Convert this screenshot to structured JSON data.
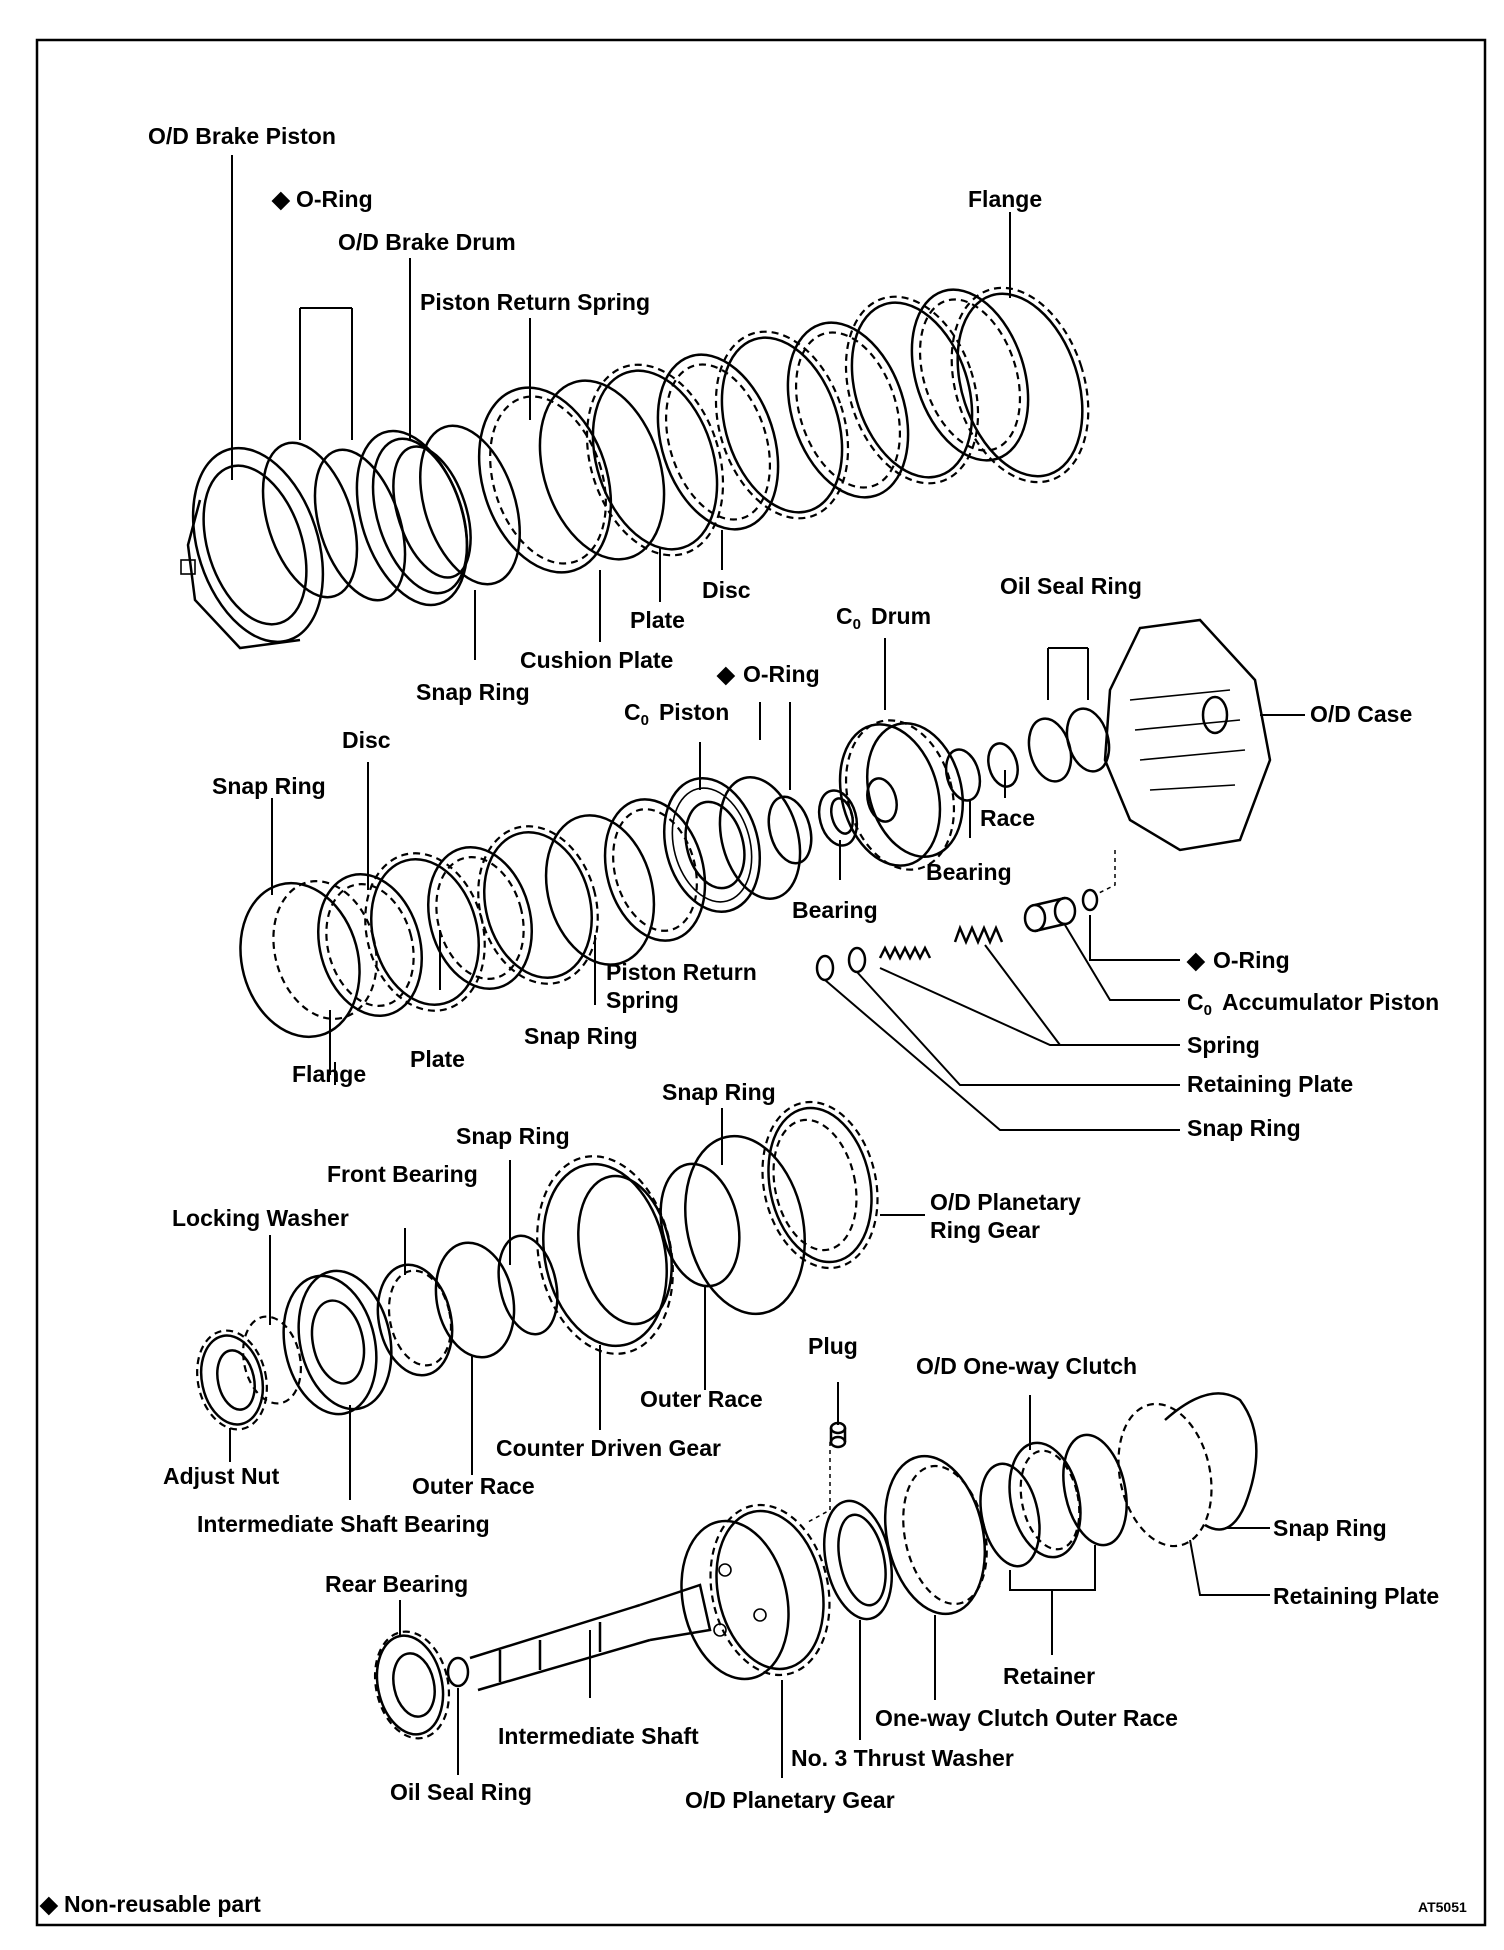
{
  "labels": {
    "od_brake_piston": "O/D Brake Piston",
    "o_ring_1": "O-Ring",
    "od_brake_drum": "O/D Brake Drum",
    "piston_return_spring_1": "Piston Return Spring",
    "flange_1": "Flange",
    "snap_ring_1": "Snap Ring",
    "cushion_plate": "Cushion Plate",
    "plate_1": "Plate",
    "disc_1": "Disc",
    "oil_seal_ring_1": "Oil Seal Ring",
    "c0_drum": "Drum",
    "o_ring_2": "O-Ring",
    "c0_piston": "Piston",
    "od_case": "O/D Case",
    "disc_2": "Disc",
    "snap_ring_2": "Snap Ring",
    "race": "Race",
    "bearing_1": "Bearing",
    "bearing_2": "Bearing",
    "piston_return_spring_2a": "Piston Return",
    "piston_return_spring_2b": "Spring",
    "o_ring_3": "O-Ring",
    "c0_accumulator_piston": "Accumulator Piston",
    "spring": "Spring",
    "snap_ring_3": "Snap Ring",
    "flange_2": "Flange",
    "plate_2": "Plate",
    "retaining_plate_1": "Retaining Plate",
    "snap_ring_4": "Snap Ring",
    "snap_ring_5": "Snap Ring",
    "snap_ring_6": "Snap Ring",
    "front_bearing": "Front Bearing",
    "od_planetary_ring_gear_a": "O/D Planetary",
    "od_planetary_ring_gear_b": "Ring Gear",
    "locking_washer": "Locking Washer",
    "plug": "Plug",
    "od_one_way_clutch": "O/D One-way Clutch",
    "outer_race_1": "Outer Race",
    "counter_driven_gear": "Counter Driven Gear",
    "adjust_nut": "Adjust Nut",
    "outer_race_2": "Outer Race",
    "intermediate_shaft_bearing": "Intermediate Shaft Bearing",
    "snap_ring_7": "Snap Ring",
    "rear_bearing": "Rear Bearing",
    "retaining_plate_2": "Retaining Plate",
    "retainer": "Retainer",
    "intermediate_shaft": "Intermediate Shaft",
    "one_way_clutch_outer_race": "One-way Clutch Outer Race",
    "no3_thrust_washer": "No. 3 Thrust Washer",
    "oil_seal_ring_2": "Oil Seal Ring",
    "od_planetary_gear": "O/D Planetary Gear"
  },
  "subscript": "0",
  "legend": "Non-reusable part",
  "figure_id": "AT5051"
}
